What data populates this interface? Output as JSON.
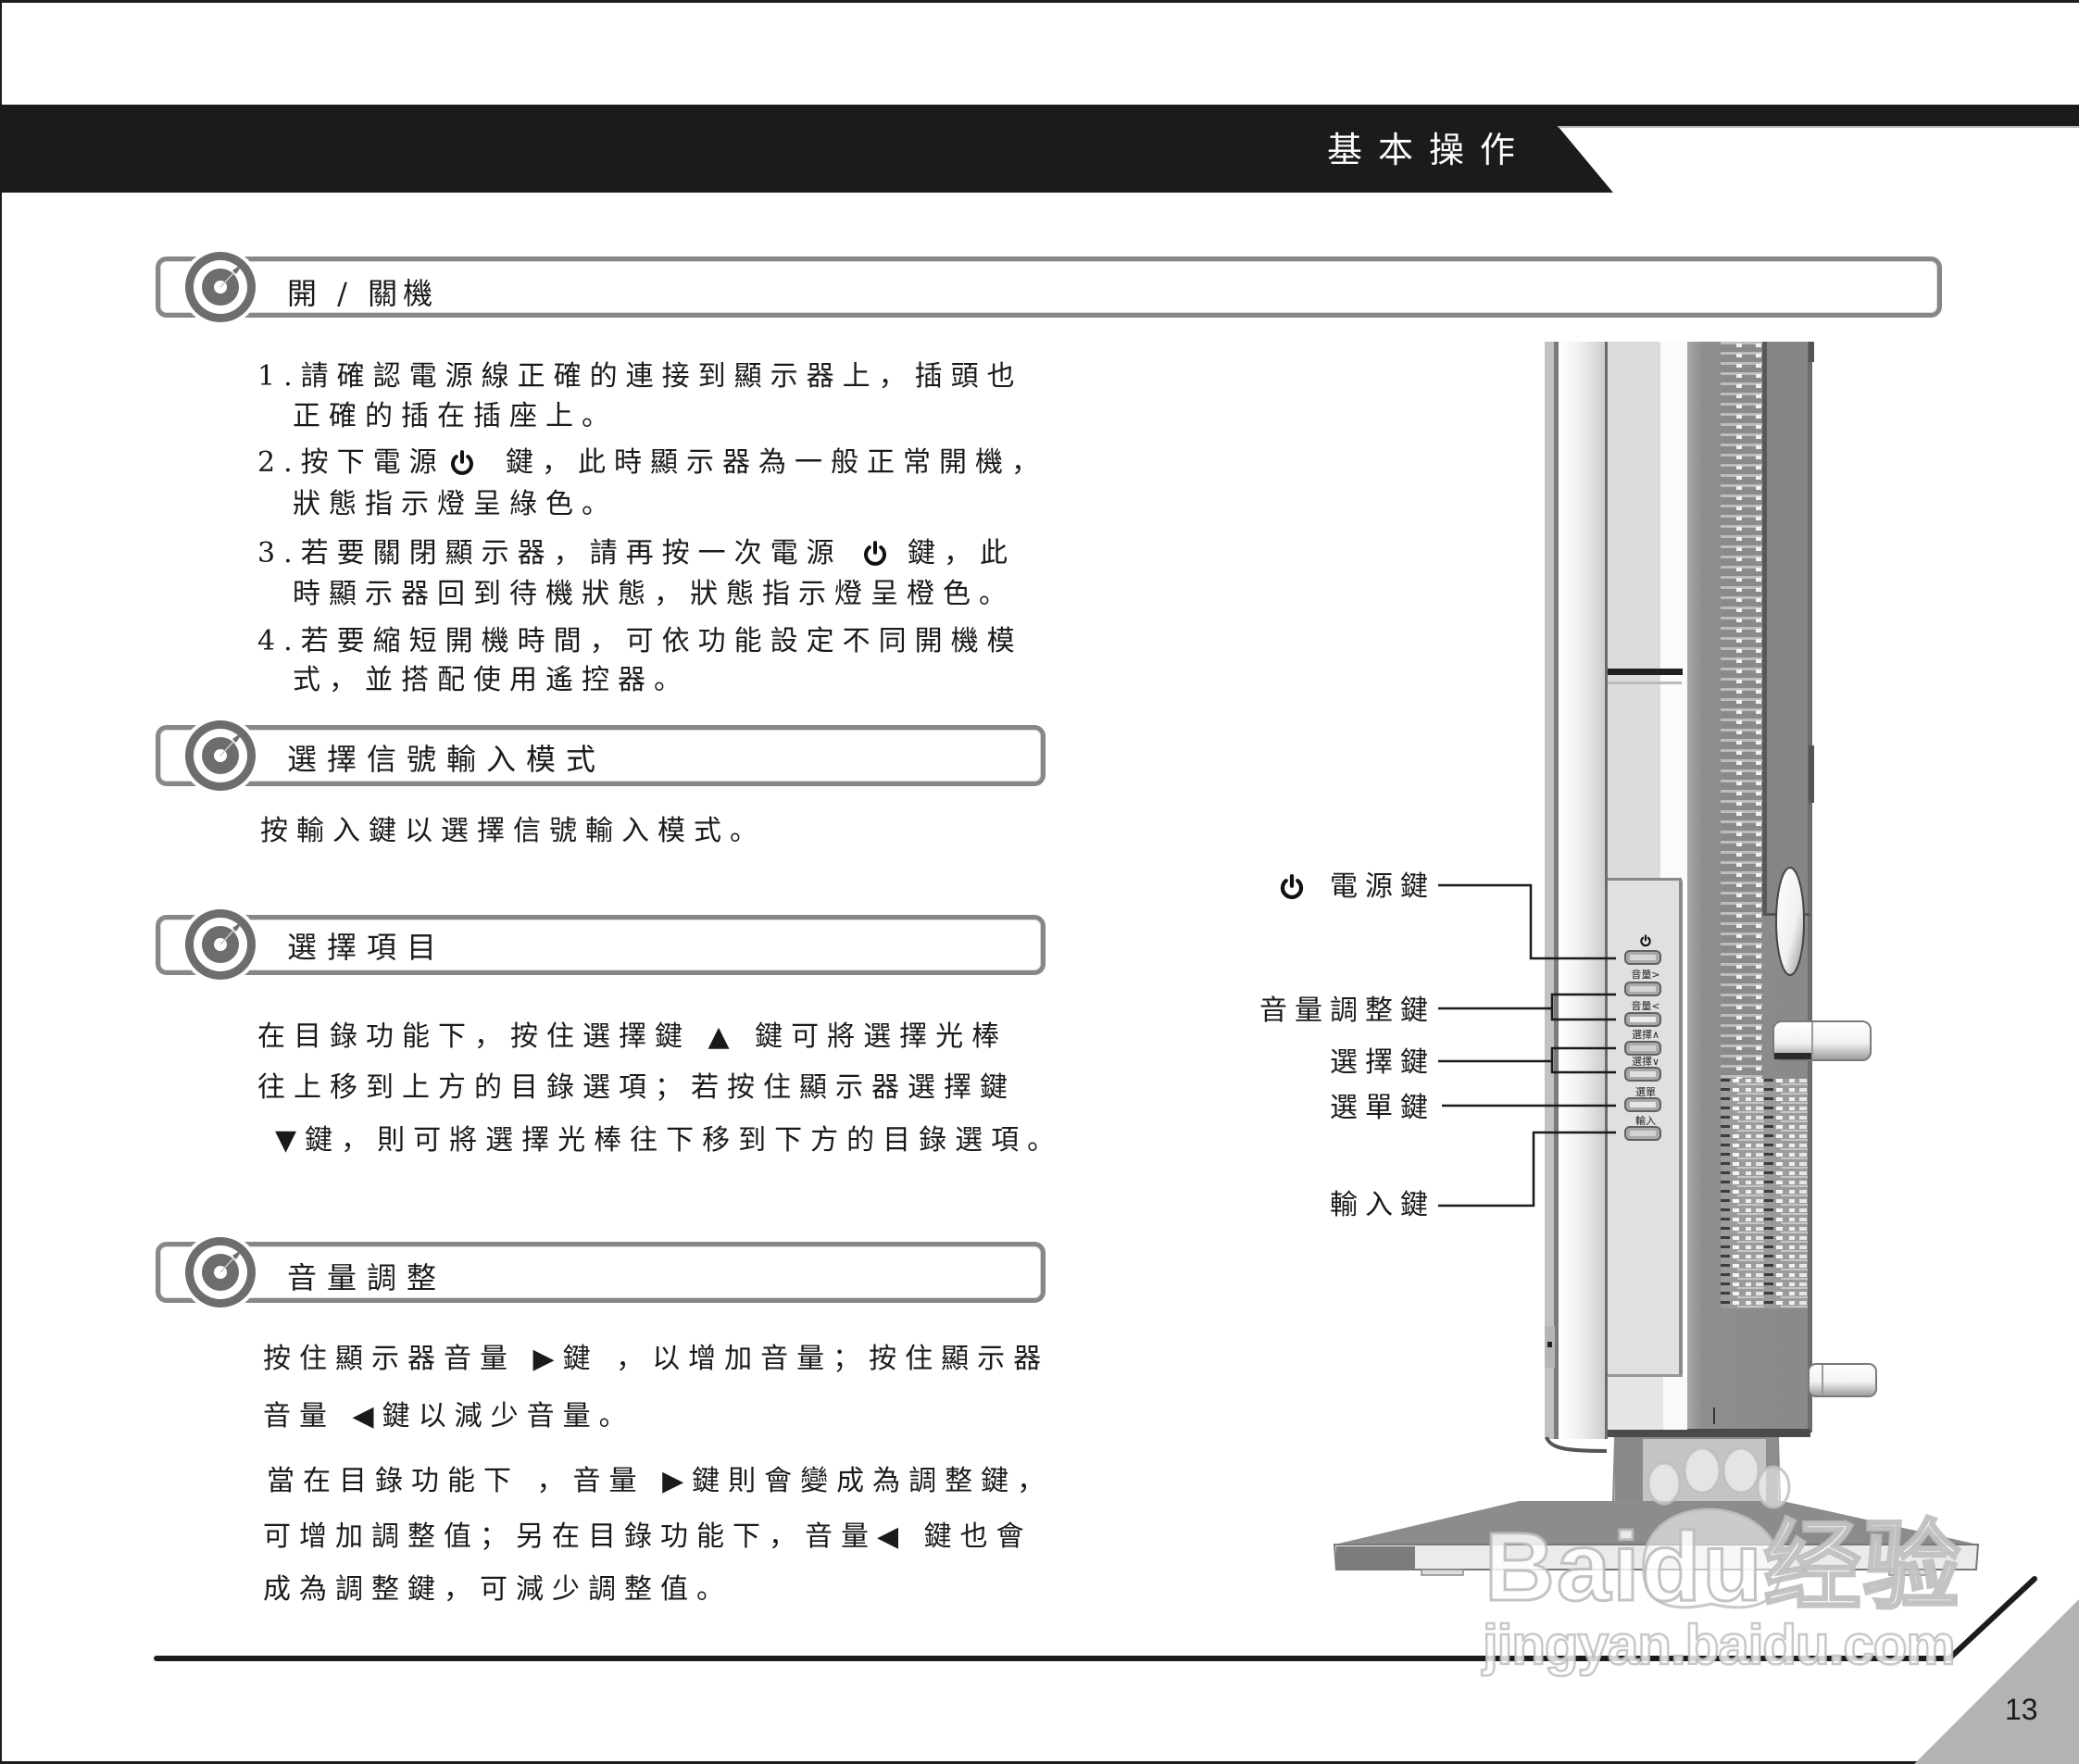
{
  "page": {
    "chapter_title": "基本操作",
    "page_number": "13"
  },
  "sections": [
    {
      "title": "開 / 關機",
      "icon": "target-icon",
      "lines": [
        {
          "text": "1.請確認電源線正確的連接到顯示器上，插頭也"
        },
        {
          "text": "正確的插在插座上。"
        },
        {
          "before": "2.按下電源",
          "icon": "power-icon",
          "after": "鍵，此時顯示器為一般正常開機，"
        },
        {
          "text": "狀態指示燈呈綠色。"
        },
        {
          "before": "3.若要關閉顯示器，請再按一次電源",
          "icon": "power-icon",
          "after": "鍵，此"
        },
        {
          "text": "時顯示器回到待機狀態，狀態指示燈呈橙色。"
        },
        {
          "text": "4.若要縮短開機時間，可依功能設定不同開機模"
        },
        {
          "text": "式，並搭配使用遙控器。"
        }
      ]
    },
    {
      "title": "選擇信號輸入模式",
      "icon": "target-icon",
      "lines": [
        {
          "text": "按輸入鍵以選擇信號輸入模式。"
        }
      ]
    },
    {
      "title": "選擇項目",
      "icon": "target-icon",
      "lines": [
        {
          "text": "在目錄功能下，按住選擇鍵 ▲  鍵可將選擇光棒"
        },
        {
          "text": "往上移到上方的目錄選項；若按住顯示器選擇鍵"
        },
        {
          "text": "▼鍵，則可將選擇光棒往下移到下方的目錄選項。"
        }
      ]
    },
    {
      "title": "音量調整",
      "icon": "target-icon",
      "lines": [
        {
          "text": "按住顯示器音量 ▶鍵 ，以增加音量；按住顯示器"
        },
        {
          "text": "音量 ◀鍵以減少音量。"
        },
        {
          "text": "當在目錄功能下 ，音量 ▶鍵則會變成為調整鍵，"
        },
        {
          "text": "可增加調整值；另在目錄功能下，音量◀ 鍵也會"
        },
        {
          "text": "成為調整鍵，可減少調整值。"
        }
      ]
    }
  ],
  "figure": {
    "subject": "monitor-side-view",
    "callouts": [
      {
        "label": "電源鍵",
        "icon": "power-icon"
      },
      {
        "label": "音量調整鍵"
      },
      {
        "label": "選擇鍵"
      },
      {
        "label": "選單鍵"
      },
      {
        "label": "輸入鍵"
      }
    ],
    "panel_buttons": [
      {
        "icon": "power-icon"
      },
      {
        "label": "音量>"
      },
      {
        "label": "音量<"
      },
      {
        "label": "選擇∧"
      },
      {
        "label": "選擇∨"
      },
      {
        "label": "選單"
      },
      {
        "label": "輸入"
      }
    ]
  },
  "watermark": {
    "brand": "Baidu经验",
    "url": "jingyan.baidu.com"
  },
  "colors": {
    "header_band": "#1b1b1b",
    "section_frame": "#878787",
    "icon_gray": "#6d6d6d",
    "corner_triangle": "#b3b3b3",
    "text": "#1a1a1a"
  }
}
